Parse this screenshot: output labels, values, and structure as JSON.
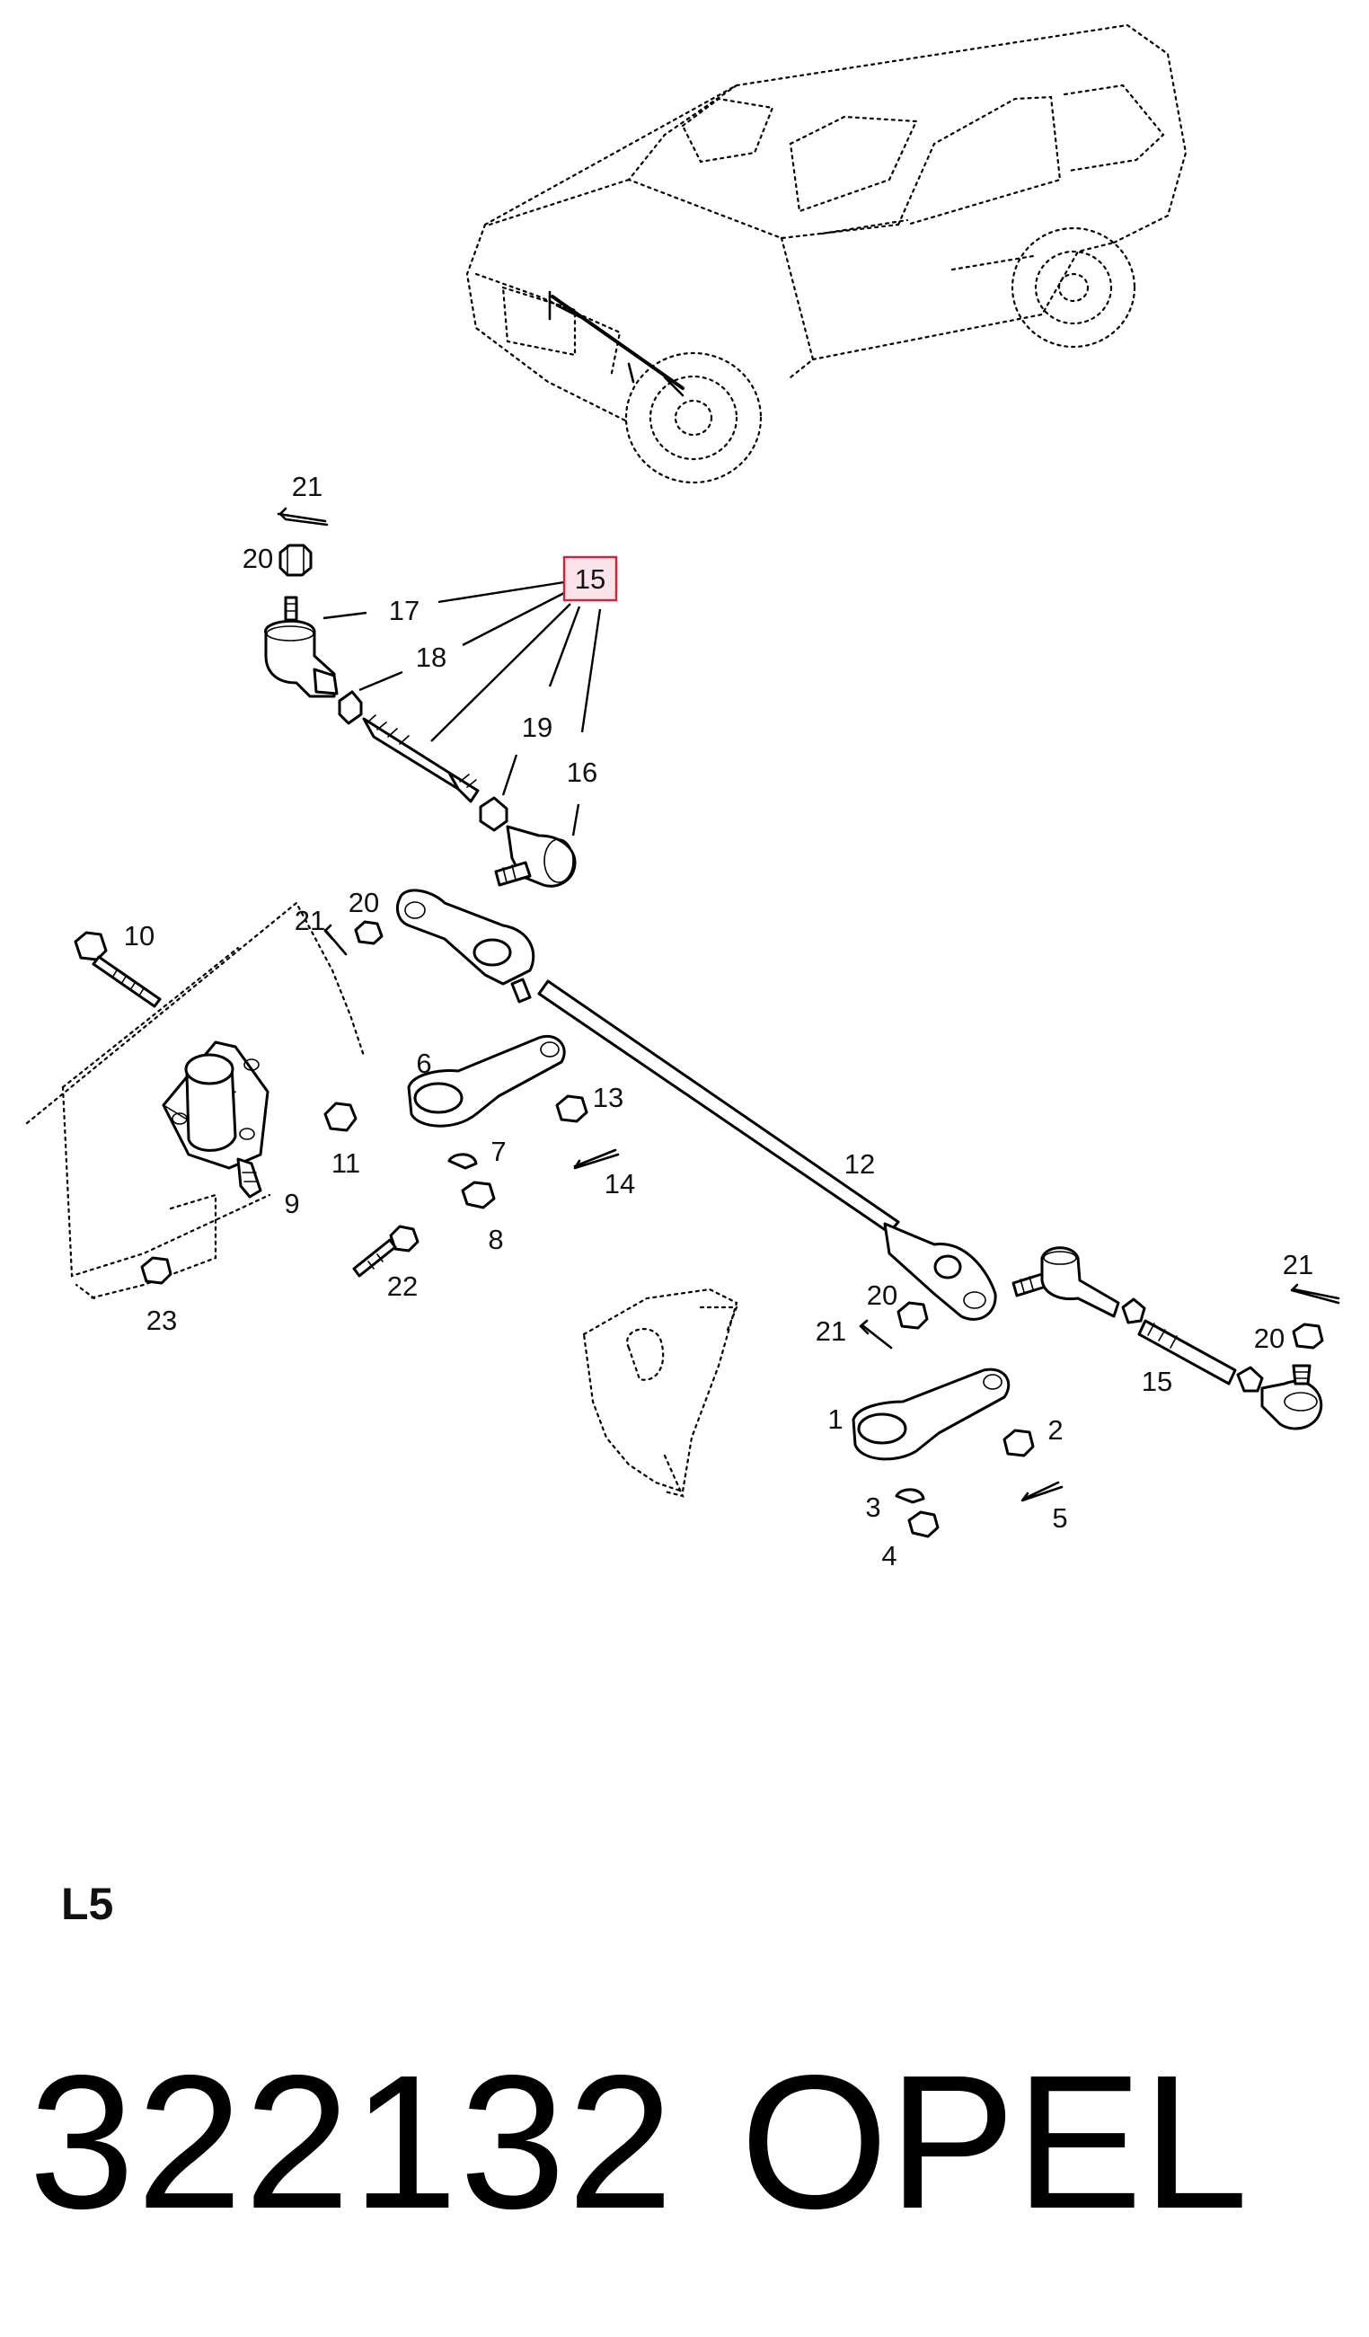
{
  "diagram": {
    "callouts": [
      {
        "id": "1",
        "label": "1"
      },
      {
        "id": "2",
        "label": "2"
      },
      {
        "id": "3",
        "label": "3"
      },
      {
        "id": "4",
        "label": "4"
      },
      {
        "id": "5",
        "label": "5"
      },
      {
        "id": "6",
        "label": "6"
      },
      {
        "id": "7",
        "label": "7"
      },
      {
        "id": "8",
        "label": "8"
      },
      {
        "id": "9",
        "label": "9"
      },
      {
        "id": "10",
        "label": "10"
      },
      {
        "id": "11",
        "label": "11"
      },
      {
        "id": "12",
        "label": "12"
      },
      {
        "id": "13",
        "label": "13"
      },
      {
        "id": "14",
        "label": "14"
      },
      {
        "id": "15a",
        "label": "15"
      },
      {
        "id": "15b",
        "label": "15"
      },
      {
        "id": "16",
        "label": "16"
      },
      {
        "id": "17",
        "label": "17"
      },
      {
        "id": "18",
        "label": "18"
      },
      {
        "id": "19",
        "label": "19"
      },
      {
        "id": "20a",
        "label": "20"
      },
      {
        "id": "20b",
        "label": "20"
      },
      {
        "id": "20c",
        "label": "20"
      },
      {
        "id": "20d",
        "label": "20"
      },
      {
        "id": "21a",
        "label": "21"
      },
      {
        "id": "21b",
        "label": "21"
      },
      {
        "id": "21c",
        "label": "21"
      },
      {
        "id": "21d",
        "label": "21"
      },
      {
        "id": "22",
        "label": "22"
      },
      {
        "id": "23",
        "label": "23"
      }
    ],
    "highlighted_callout": "15",
    "highlight_color": "#d2233c"
  },
  "footer": {
    "section_code": "L5",
    "part_number": "322132",
    "brand": "OPEL"
  }
}
